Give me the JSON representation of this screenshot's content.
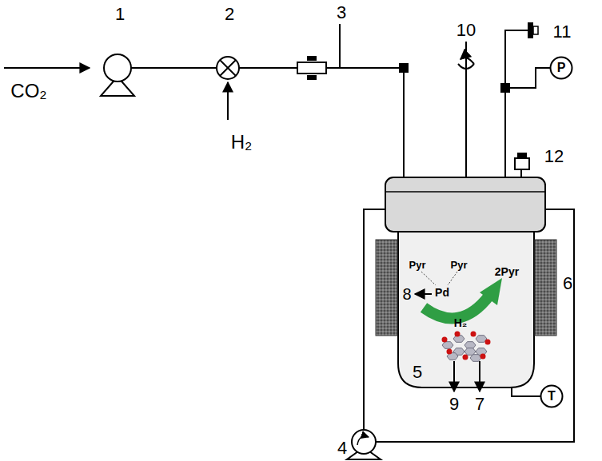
{
  "diagram": {
    "nodes": [
      {
        "text": [
          "P"
        ]
      },
      {
        "text": [
          "T"
        ]
      }
    ],
    "labels": [
      "CO₂",
      "1",
      "2",
      "H₂",
      "3",
      "10",
      "11",
      "12",
      "Pyr",
      "Pyr",
      "Pd",
      "2Pyr",
      "H₂",
      "8",
      "6",
      "5",
      "9",
      "7",
      "4"
    ]
  }
}
